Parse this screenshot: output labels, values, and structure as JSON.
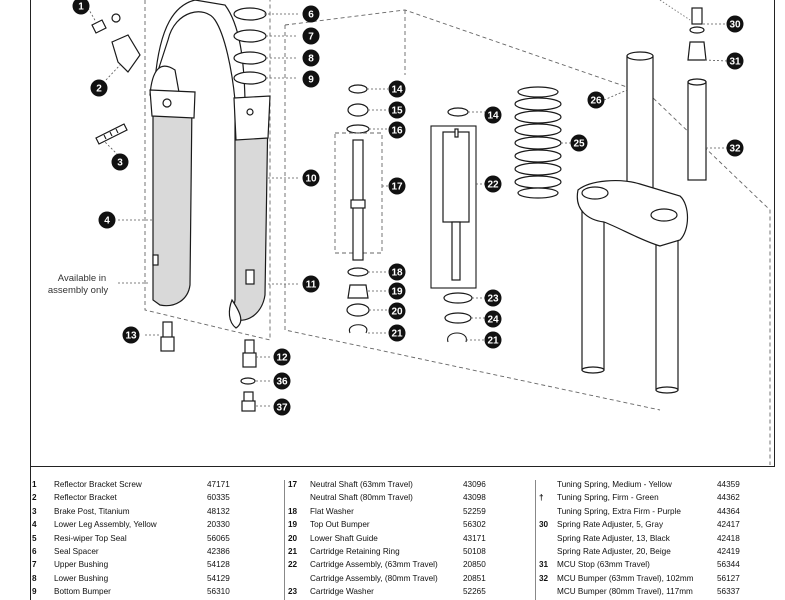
{
  "diagram": {
    "available_note_line1": "Available in",
    "available_note_line2": "assembly only",
    "callouts": [
      "1",
      "2",
      "3",
      "4",
      "6",
      "7",
      "8",
      "9",
      "10",
      "11",
      "12",
      "13",
      "14",
      "15",
      "16",
      "17",
      "18",
      "19",
      "20",
      "21",
      "22",
      "23",
      "24",
      "21",
      "14",
      "25",
      "26",
      "30",
      "31",
      "32",
      "36",
      "37"
    ]
  },
  "colors": {
    "outline": "#1a1a1a",
    "lowers_fill": "#d9d9d9",
    "callout_fill": "#111111",
    "leader": "#555555"
  },
  "table": {
    "col1": [
      {
        "num": "1",
        "desc": "Reflector Bracket Screw",
        "pn": "47171"
      },
      {
        "num": "2",
        "desc": "Reflector Bracket",
        "pn": "60335"
      },
      {
        "num": "3",
        "desc": "Brake Post, Titanium",
        "pn": "48132"
      },
      {
        "num": "4",
        "desc": "Lower Leg Assembly, Yellow",
        "pn": "20330"
      },
      {
        "num": "5",
        "desc": "Resi-wiper Top Seal",
        "pn": "56065"
      },
      {
        "num": "6",
        "desc": "Seal Spacer",
        "pn": "42386"
      },
      {
        "num": "7",
        "desc": "Upper Bushing",
        "pn": "54128"
      },
      {
        "num": "8",
        "desc": "Lower Bushing",
        "pn": "54129"
      },
      {
        "num": "9",
        "desc": "Bottom Bumper",
        "pn": "56310"
      }
    ],
    "col2": [
      {
        "num": "17",
        "desc": "Neutral Shaft (63mm Travel)",
        "pn": "43096"
      },
      {
        "num": "",
        "desc": "Neutral Shaft (80mm Travel)",
        "pn": "43098"
      },
      {
        "num": "18",
        "desc": "Flat Washer",
        "pn": "52259"
      },
      {
        "num": "19",
        "desc": "Top Out Bumper",
        "pn": "56302"
      },
      {
        "num": "20",
        "desc": "Lower Shaft Guide",
        "pn": "43171"
      },
      {
        "num": "21",
        "desc": "Cartridge Retaining Ring",
        "pn": "50108"
      },
      {
        "num": "22",
        "desc": "Cartridge Assembly, (63mm Travel)",
        "pn": "20850"
      },
      {
        "num": "",
        "desc": "Cartridge Assembly, (80mm Travel)",
        "pn": "20851"
      },
      {
        "num": "23",
        "desc": "Cartridge Washer",
        "pn": "52265"
      }
    ],
    "col3": [
      {
        "num": "",
        "desc": "Tuning Spring, Medium - Yellow",
        "pn": "44359"
      },
      {
        "num": "†",
        "desc": "Tuning Spring, Firm - Green",
        "pn": "44362"
      },
      {
        "num": "",
        "desc": "Tuning Spring, Extra Firm - Purple",
        "pn": "44364"
      },
      {
        "num": "30",
        "desc": "Spring Rate Adjuster, 5, Gray",
        "pn": "42417"
      },
      {
        "num": "",
        "desc": "Spring Rate Adjuster, 13, Black",
        "pn": "42418"
      },
      {
        "num": "",
        "desc": "Spring Rate Adjuster, 20, Beige",
        "pn": "42419"
      },
      {
        "num": "31",
        "desc": "MCU Stop (63mm Travel)",
        "pn": "56344"
      },
      {
        "num": "32",
        "desc": "MCU Bumper (63mm Travel), 102mm",
        "pn": "56127"
      },
      {
        "num": "",
        "desc": "MCU Bumper (80mm Travel), 117mm",
        "pn": "56337"
      }
    ]
  }
}
